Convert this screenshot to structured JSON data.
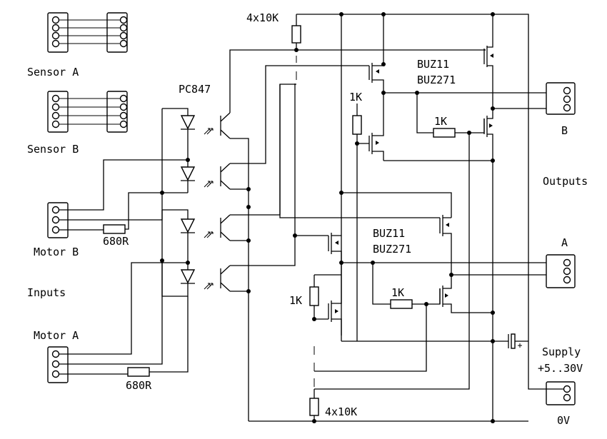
{
  "labels": {
    "sensor_a": "Sensor A",
    "sensor_b": "Sensor B",
    "motor_b": "Motor B",
    "motor_a": "Motor A",
    "inputs": "Inputs",
    "pc847": "PC847",
    "r_motor_b": "680R",
    "r_motor_a": "680R",
    "rnet_top": "4x10K",
    "rnet_bottom": "4x10K",
    "buz_top_1": "BUZ11",
    "buz_top_2": "BUZ271",
    "buz_bot_1": "BUZ11",
    "buz_bot_2": "BUZ271",
    "r1k_top_left": "1K",
    "r1k_top_mid": "1K",
    "r1k_bot_left": "1K",
    "r1k_bot_mid": "1K",
    "out_b": "B",
    "outputs": "Outputs",
    "out_a": "A",
    "supply": "Supply",
    "supply_range": "+5..30V",
    "ground": "0V"
  }
}
